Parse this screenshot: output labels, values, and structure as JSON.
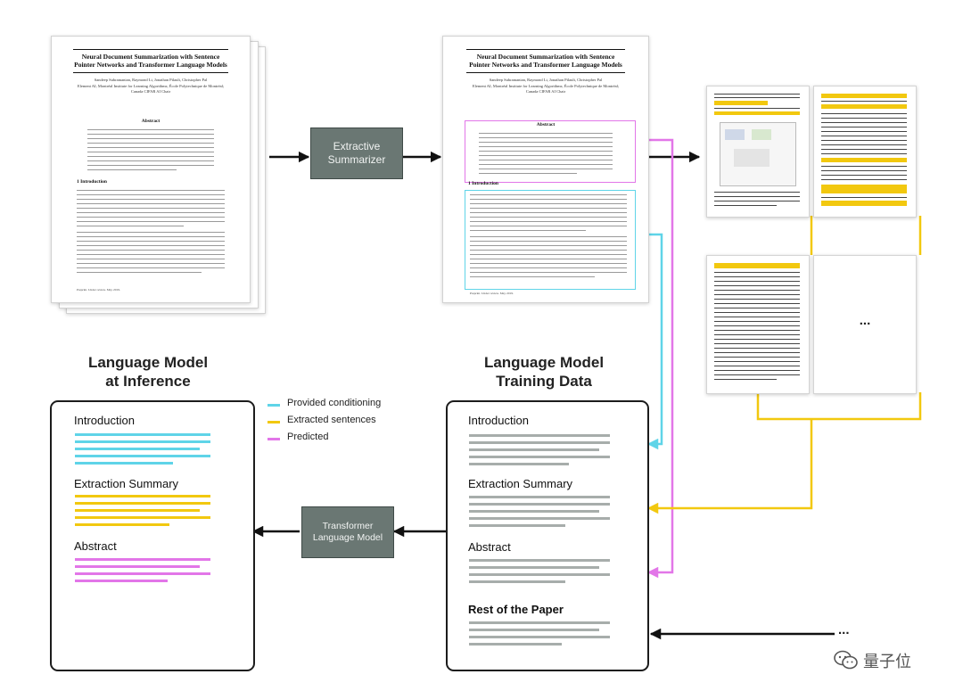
{
  "source_papers": {
    "title_line1": "Neural Document Summarization with Sentence",
    "title_line2": "Pointer Networks and Transformer Language Models",
    "authors": "Sandeep Subramanian, Raymond Li, Jonathan Pilault, Christopher Pal",
    "affiliations": "Element AI; Montréal Institute for Learning Algorithms; École Polytechnique de Montréal; Canada CIFAR AI Chair",
    "abstract_heading": "Abstract",
    "intro_heading": "1   Introduction",
    "footer": "Preprint. Under review. May 2019."
  },
  "extractive_box": {
    "line1": "Extractive",
    "line2": "Summarizer"
  },
  "transformer_box": {
    "line1": "Transformer",
    "line2": "Language Model"
  },
  "inference_title": {
    "line1": "Language Model",
    "line2": "at Inference"
  },
  "training_title": {
    "line1": "Language Model",
    "line2": "Training Data"
  },
  "legend": [
    {
      "label": "Provided conditioning",
      "color": "#5fd4e8"
    },
    {
      "label": "Extracted sentences",
      "color": "#f2c80f"
    },
    {
      "label": "Predicted",
      "color": "#e276e8"
    }
  ],
  "inference_panel": {
    "introduction": "Introduction",
    "extraction_summary": "Extraction Summary",
    "abstract": "Abstract"
  },
  "training_panel": {
    "introduction": "Introduction",
    "extraction_summary": "Extraction Summary",
    "abstract": "Abstract",
    "rest": "Rest of the Paper"
  },
  "thumbnail_ellipsis": "...",
  "bottom_ellipsis": "...",
  "watermark": "量子位",
  "colors": {
    "cyan": "#5fd4e8",
    "yellow": "#f2c80f",
    "pink": "#e276e8",
    "gray_line": "#a7adab",
    "box": "#6a7773"
  }
}
